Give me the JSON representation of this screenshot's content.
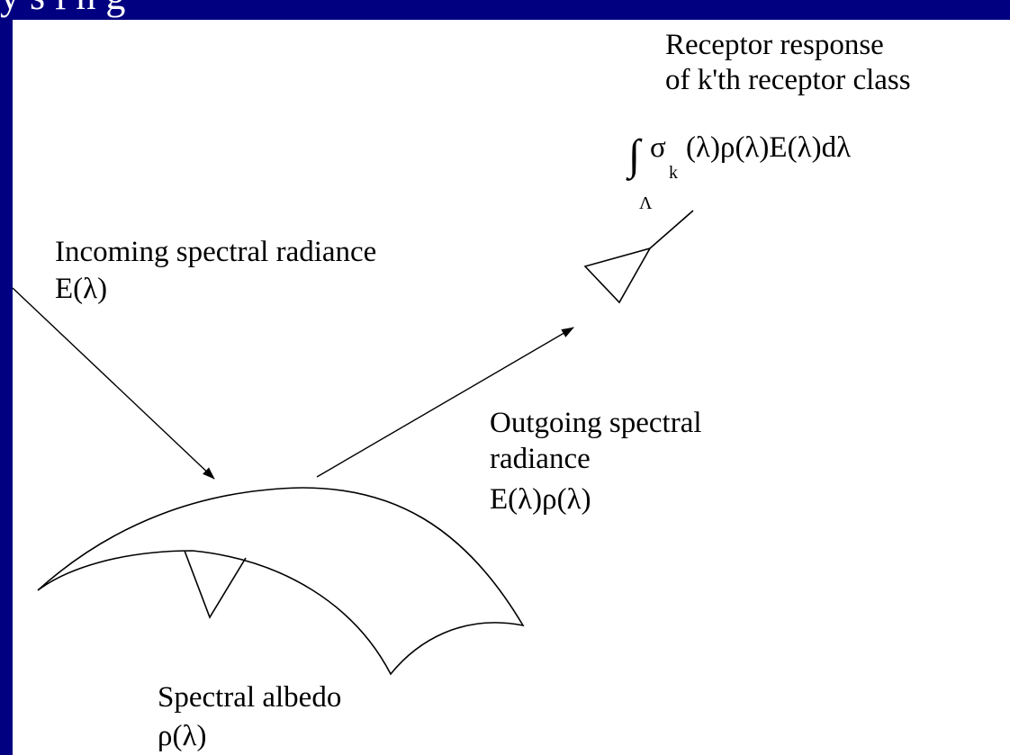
{
  "title_fragment": "y  s      i  h  g",
  "labels": {
    "receptor_response_line1": "Receptor response",
    "receptor_response_line2": "of k'th receptor class",
    "integral_sign": "∫",
    "integral_sigma": "σ",
    "integral_subscript_k": "k",
    "integral_body": "(λ)ρ(λ)E(λ)dλ",
    "integral_lower_limit": "Λ",
    "incoming_line1": "Incoming spectral radiance",
    "incoming_line2": "E(λ)",
    "outgoing_line1": "Outgoing spectral",
    "outgoing_line2": "radiance",
    "outgoing_line3": "E(λ)ρ(λ)",
    "albedo_line1": "Spectral albedo",
    "albedo_line2": "ρ(λ)"
  },
  "colors": {
    "frame": "#000080",
    "canvas": "#ffffff",
    "ink": "#000000"
  }
}
